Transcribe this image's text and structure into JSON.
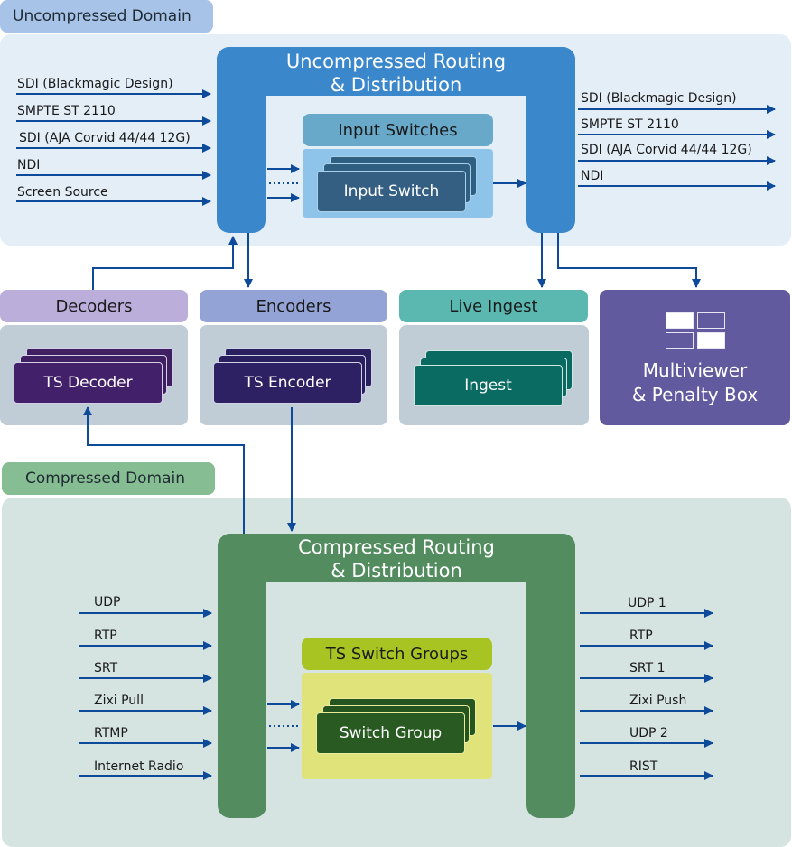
{
  "uncompressed": {
    "domain_label": "Uncompressed Domain",
    "router_title_line1": "Uncompressed Routing",
    "router_title_line2": "& Distribution",
    "inputs": [
      "SDI (Blackmagic Design)",
      "SMPTE ST 2110",
      "SDI (AJA Corvid 44/44 12G)",
      "NDI",
      "Screen Source"
    ],
    "outputs": [
      "SDI (Blackmagic Design)",
      "SMPTE ST 2110",
      "SDI (AJA Corvid 44/44 12G)",
      "NDI"
    ],
    "switch_header": "Input Switches",
    "switch_item": "Input Switch"
  },
  "modules": {
    "decoders": {
      "header": "Decoders",
      "item": "TS Decoder"
    },
    "encoders": {
      "header": "Encoders",
      "item": "TS Encoder"
    },
    "ingest": {
      "header": "Live Ingest",
      "item": "Ingest"
    },
    "multiviewer": {
      "line1": "Multiviewer",
      "line2": "& Penalty Box"
    }
  },
  "compressed": {
    "domain_label": "Compressed Domain",
    "router_title_line1": "Compressed Routing",
    "router_title_line2": "& Distribution",
    "inputs": [
      "UDP",
      "RTP",
      "SRT",
      "Zixi Pull",
      "RTMP",
      "Internet Radio"
    ],
    "outputs": [
      "UDP 1",
      "RTP",
      "SRT 1",
      "Zixi Push",
      "UDP 2",
      "RIST"
    ],
    "switch_header": "TS Switch Groups",
    "switch_item": "Switch Group"
  },
  "colors": {
    "arrow": "#0d4a9a",
    "uncompressed_router": "#3a87cc",
    "compressed_router": "#528c5f",
    "multiviewer": "#625a9f"
  }
}
